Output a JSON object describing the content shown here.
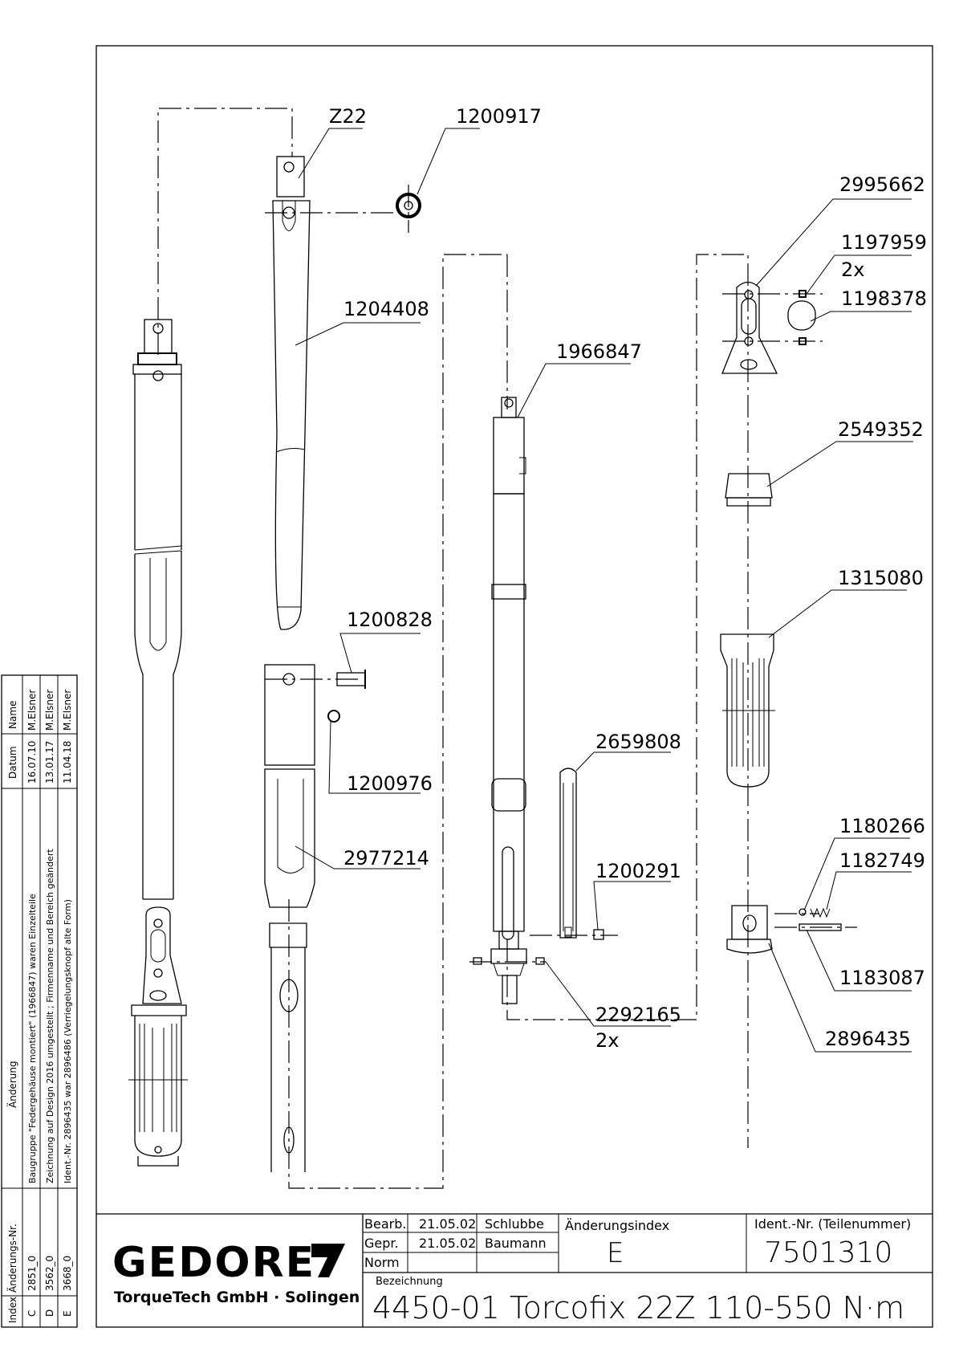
{
  "drawing": {
    "callouts": [
      "Z22",
      "1200917",
      "1204408",
      "1200828",
      "1200976",
      "2977214",
      "1966847",
      "2659808",
      "1200291",
      "2292165",
      "2x",
      "2995662",
      "1197959",
      "2x",
      "1198378",
      "2549352",
      "1315080",
      "1180266",
      "1182749",
      "1183087",
      "2896435"
    ]
  },
  "title_block": {
    "logo_text": "GEDORE",
    "company": "TorqueTech GmbH · Solingen",
    "rows": [
      {
        "label": "Bearb.",
        "date": "21.05.02",
        "name": "Schlubbe"
      },
      {
        "label": "Gepr.",
        "date": "21.05.02",
        "name": "Baumann"
      },
      {
        "label": "Norm",
        "date": "",
        "name": ""
      }
    ],
    "change_index_label": "Änderungsindex",
    "change_index_value": "E",
    "ident_label": "Ident.-Nr.  (Teilenummer)",
    "ident_value": "7501310",
    "designation_label": "Bezeichnung",
    "designation_value": "4450-01 Torcofix 22Z  110-550 N·m"
  },
  "revision_table": {
    "headers": [
      "Index",
      "Änderungs-Nr.",
      "Änderung",
      "Datum",
      "Name"
    ],
    "rows": [
      {
        "index": "C",
        "number": "2851_0",
        "change": "Baugruppe \"Federgehäuse montiert\" (1966847) waren Einzelteile",
        "date": "16.07.10",
        "name": "M.Elsner"
      },
      {
        "index": "D",
        "number": "3562_0",
        "change": "Zeichnung auf Design 2016 umgestellt ; Firmenname und Bereich geändert",
        "date": "13.01.17",
        "name": "M.Elsner"
      },
      {
        "index": "E",
        "number": "3668_0",
        "change": "Ident.-Nr. 2896435 war 2896486 (Verriegelungsknopf alte Form)",
        "date": "11.04.18",
        "name": "M.Elsner"
      }
    ]
  }
}
